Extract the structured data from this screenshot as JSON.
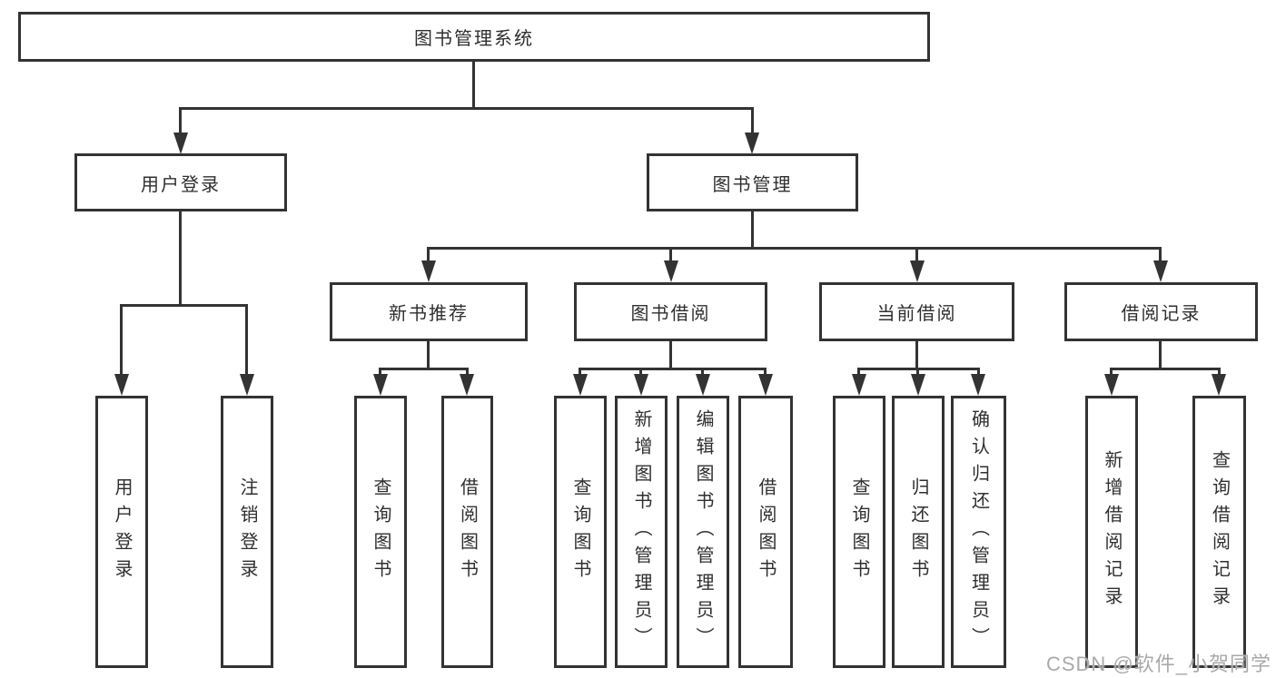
{
  "colors": {
    "line": "#333333",
    "text": "#2f2f2f",
    "watermark": "#aaaaaa",
    "background": "#ffffff"
  },
  "watermark": {
    "text": "CSDN @软件_小贺同学"
  },
  "tree": {
    "label": "图书管理系统",
    "children": [
      {
        "label": "用户登录",
        "children": [
          {
            "label": "用户登录"
          },
          {
            "label": "注销登录"
          }
        ]
      },
      {
        "label": "图书管理",
        "children": [
          {
            "label": "新书推荐",
            "children": [
              {
                "label": "查询图书"
              },
              {
                "label": "借阅图书"
              }
            ]
          },
          {
            "label": "图书借阅",
            "children": [
              {
                "label": "查询图书"
              },
              {
                "label": "新增图书（管理员）"
              },
              {
                "label": "编辑图书（管理员）"
              },
              {
                "label": "借阅图书"
              }
            ]
          },
          {
            "label": "当前借阅",
            "children": [
              {
                "label": "查询图书"
              },
              {
                "label": "归还图书"
              },
              {
                "label": "确认归还（管理员）"
              }
            ]
          },
          {
            "label": "借阅记录",
            "children": [
              {
                "label": "新增借阅记录"
              },
              {
                "label": "查询借阅记录"
              }
            ]
          }
        ]
      }
    ]
  }
}
